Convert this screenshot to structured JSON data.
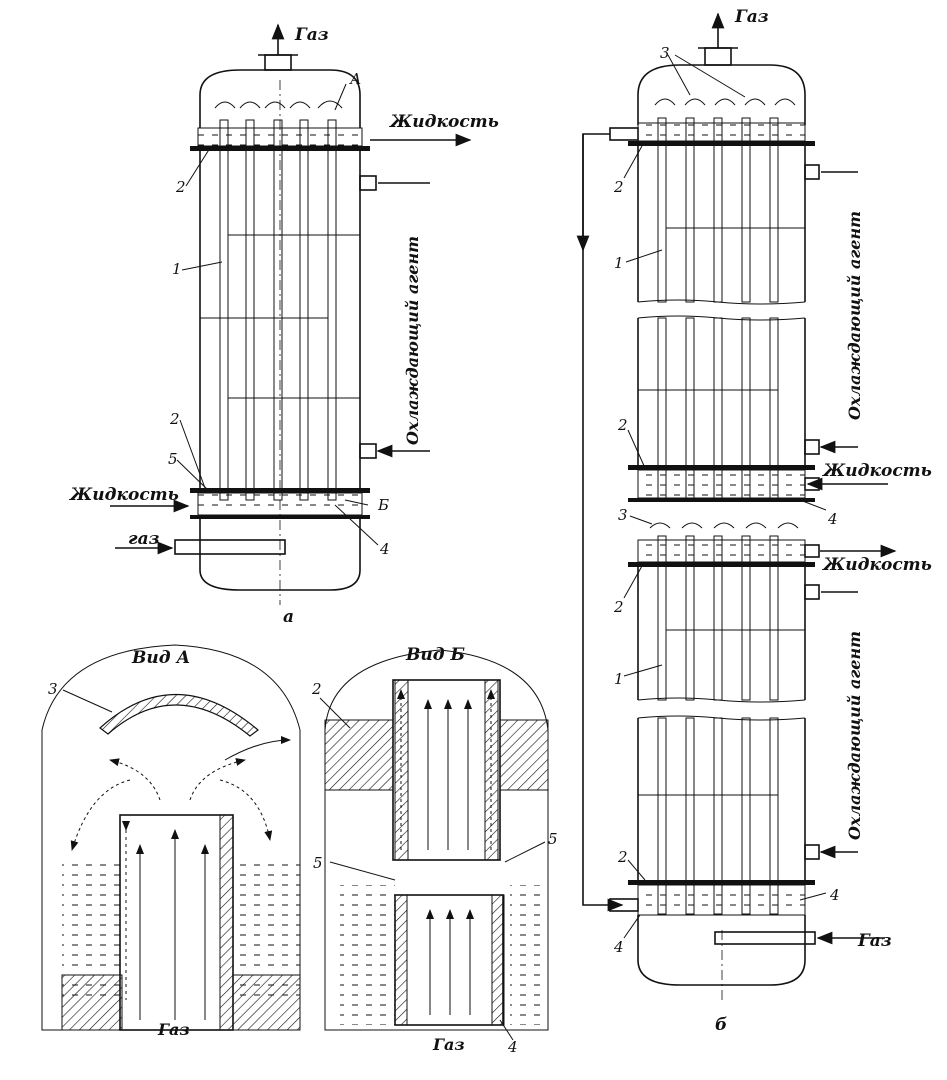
{
  "figure": {
    "labels": {
      "gas": "Газ",
      "gas_lower": "газ",
      "liquid": "Жидкость",
      "coolant": "Охлаждающий агент",
      "view_a_marker": "А",
      "view_b_marker": "Б",
      "caption_a": "а",
      "caption_b": "б",
      "view_a_title": "Вид А",
      "view_b_title": "Вид Б"
    },
    "part_numbers": {
      "n1": "1",
      "n2": "2",
      "n3": "3",
      "n4": "4",
      "n5": "5"
    }
  }
}
